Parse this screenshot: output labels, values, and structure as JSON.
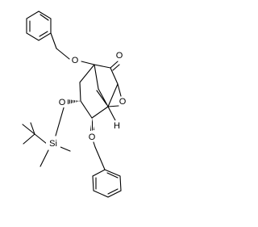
{
  "molecule": {
    "atom_labels": {
      "o_carbonyl": "O",
      "o_bridge": "O",
      "o_benzyloxy_top": "O",
      "o_silyloxy": "O",
      "o_benzyloxy_bottom": "O",
      "si": "Si",
      "h": "H"
    }
  }
}
